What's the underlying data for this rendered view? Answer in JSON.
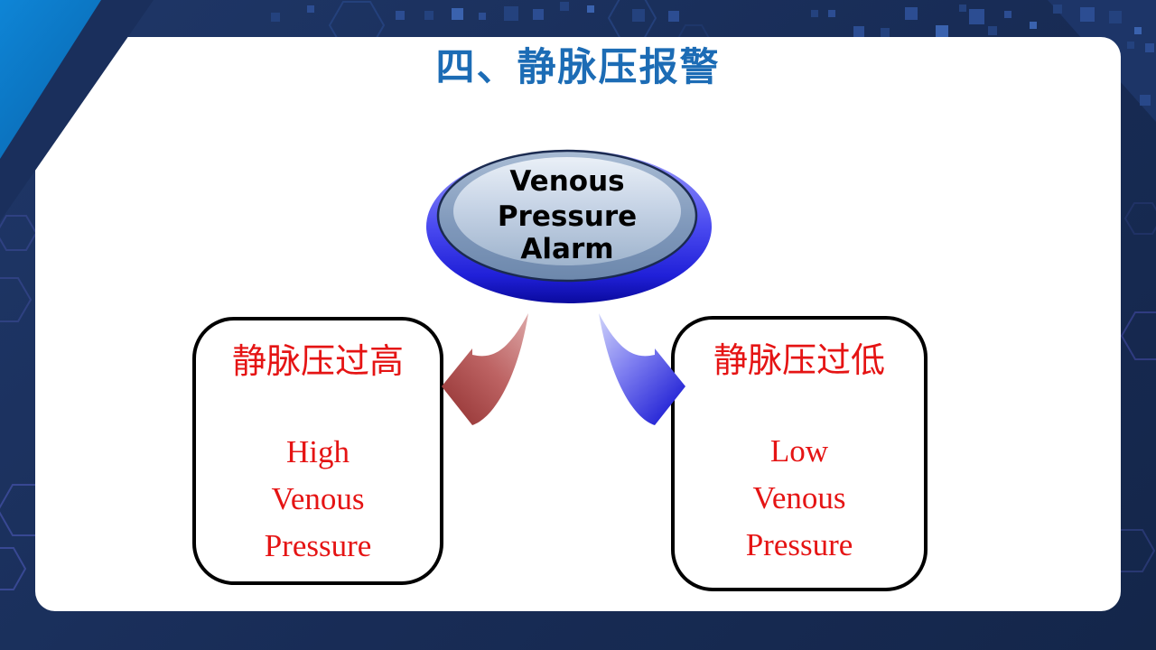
{
  "slide_title": "四、静脉压报警",
  "alarm_button": {
    "lines": [
      "Venous",
      "Pressure",
      "Alarm"
    ]
  },
  "high_box": {
    "title_cn": "静脉压过高",
    "lines_en": [
      "High",
      "Venous",
      "Pressure"
    ]
  },
  "low_box": {
    "title_cn": "静脉压过低",
    "lines_en": [
      "Low",
      "Venous",
      "Pressure"
    ]
  },
  "colors": {
    "background_navy": "#182c56",
    "accent_triangle_blue": "#0c7cc8",
    "title_blue": "#1c6cb5",
    "text_red": "#e51414",
    "button_ring_blue": "#2d2de4",
    "button_cap_steel": "#7b95b8",
    "arrow_red": "#a64444",
    "arrow_blue": "#2d2de0",
    "box_border": "#000000",
    "panel_white": "#ffffff"
  }
}
